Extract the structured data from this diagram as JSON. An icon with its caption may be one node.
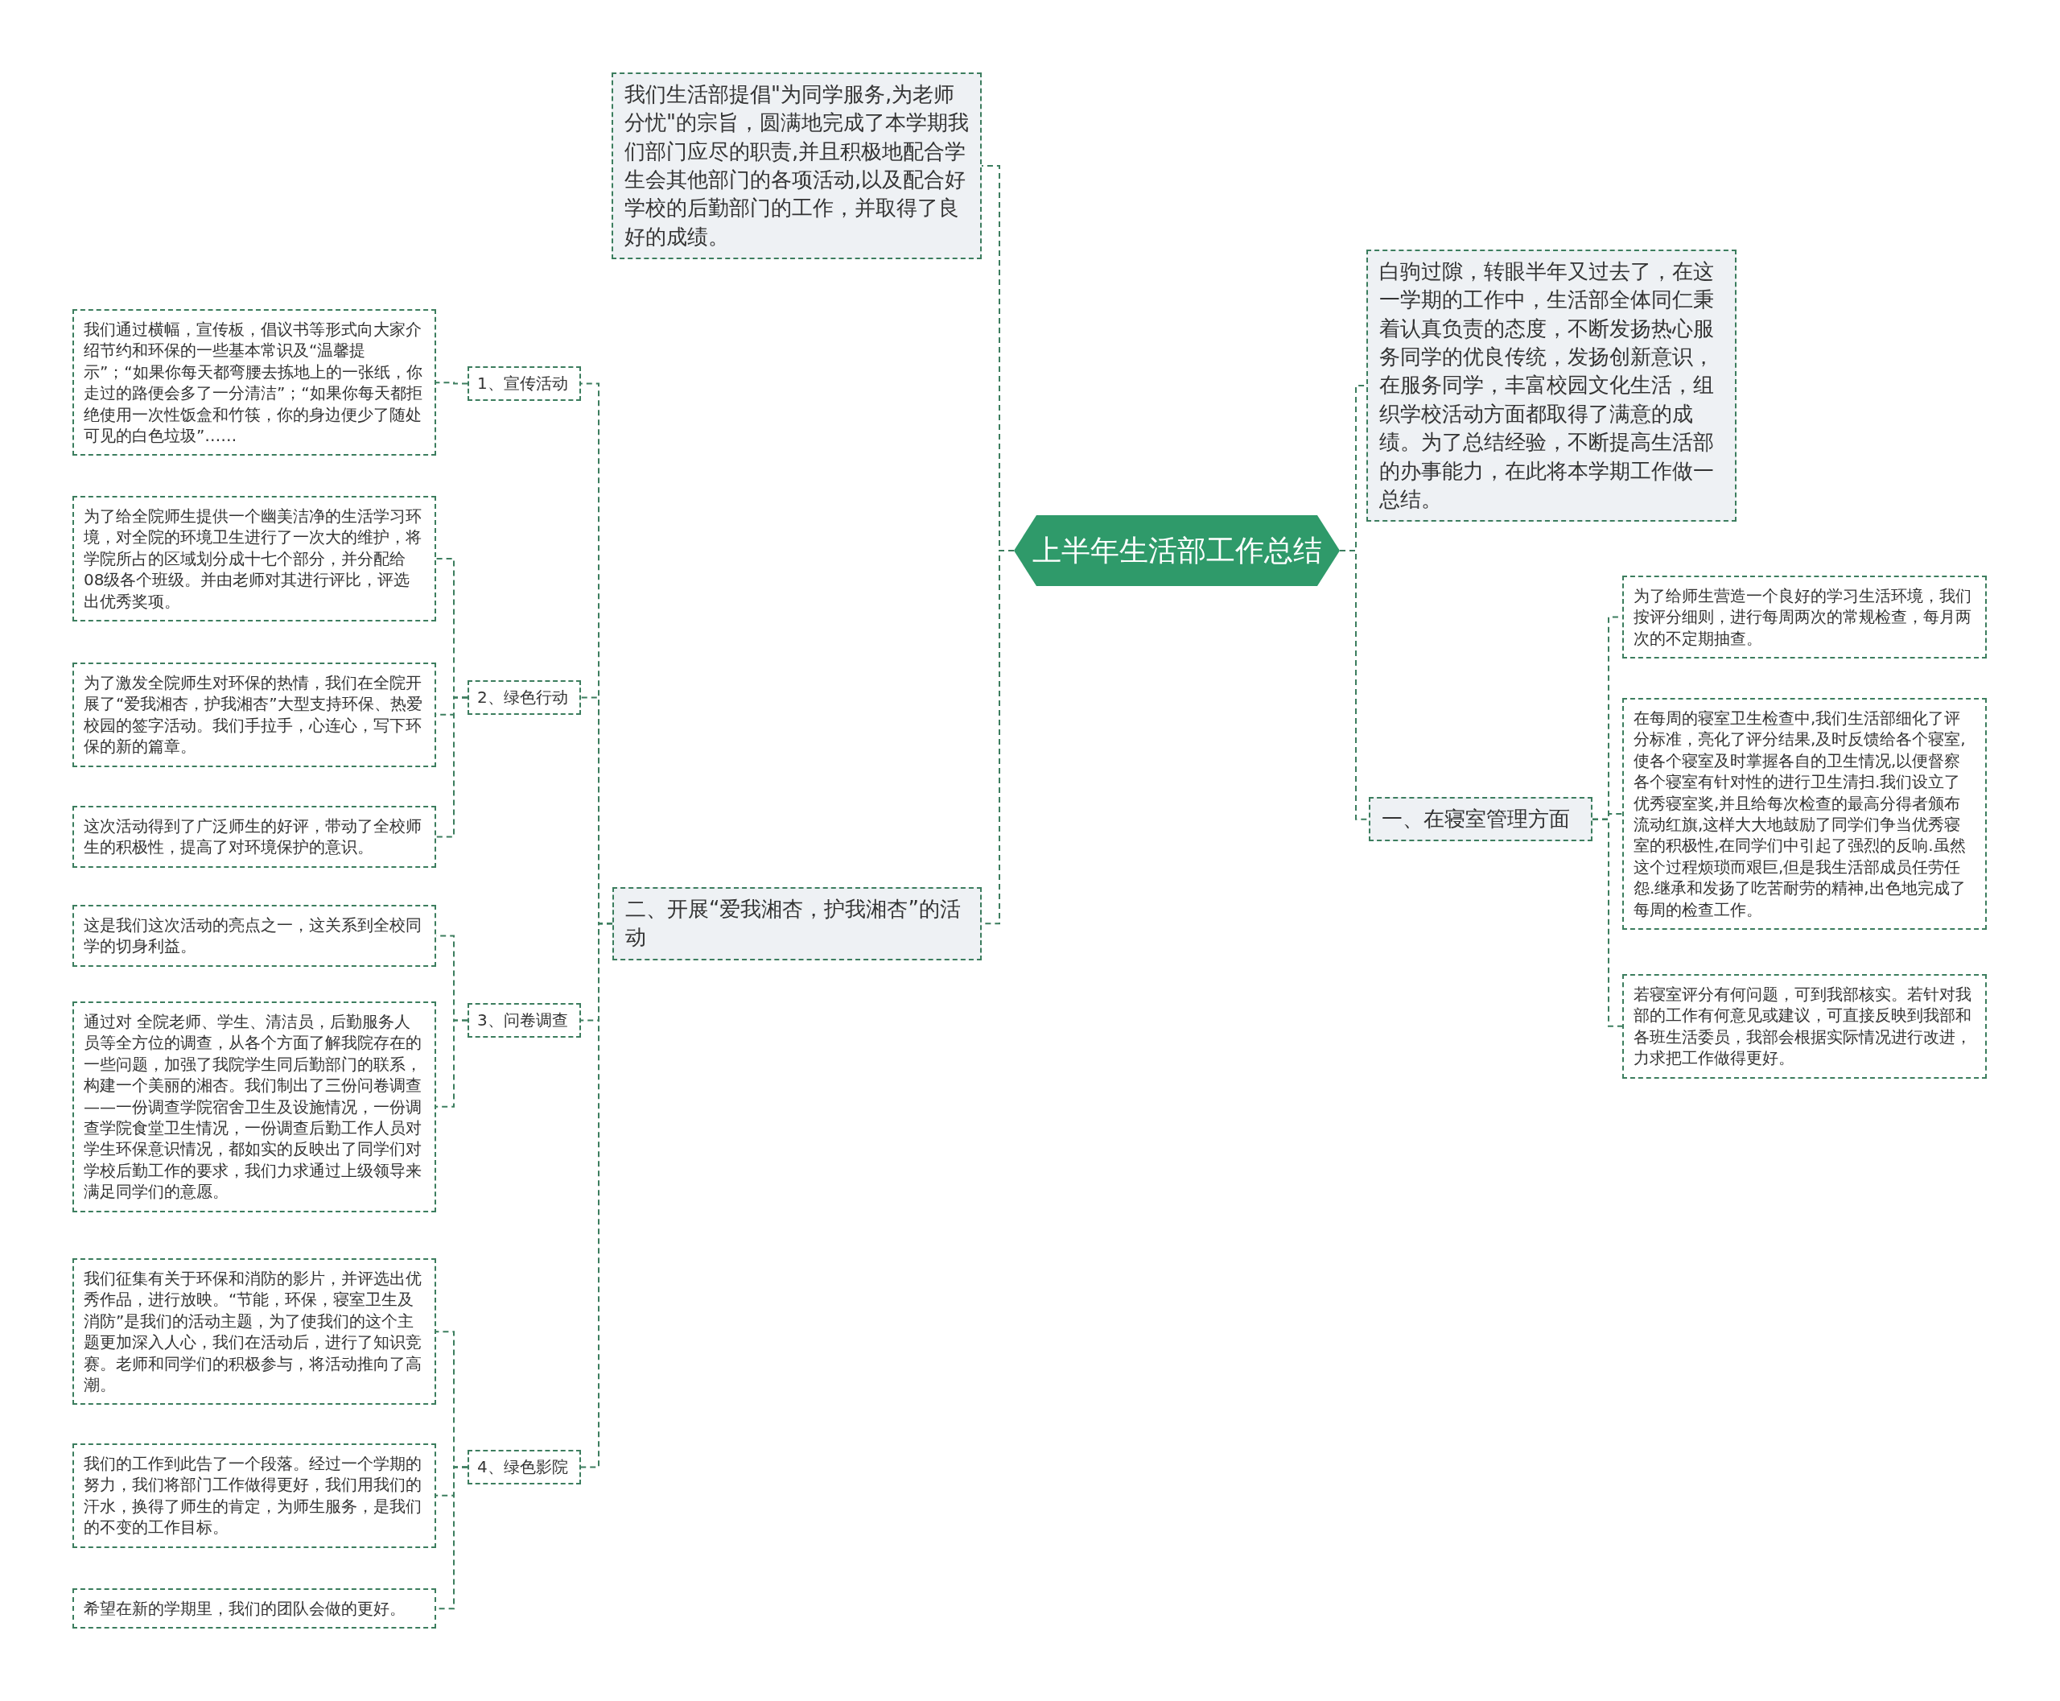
{
  "diagram": {
    "nodes": [
      {
        "text": [
          "上半年生活部工作总结"
        ]
      },
      {
        "text": [
          "我们生活部提倡\"为同学服务,为老师分忧\"的宗旨，圆满地完成了本学期我们部门应尽的职责,并且积极地配合学生会其他部门的各项活动,以及配合好学校的后勤部门的工作，并取得了良好的成绩。"
        ]
      },
      {
        "text": [
          "二、开展“爱我湘杏，护我湘杏”的活动"
        ]
      },
      {
        "text": [
          "1、宣传活动"
        ]
      },
      {
        "text": [
          "我们通过横幅，宣传板，倡议书等形式向大家介绍节约和环保的一些基本常识及“温馨提示”；“如果你每天都弯腰去拣地上的一张纸，你走过的路便会多了一分清洁”；“如果你每天都拒绝使用一次性饭盒和竹筷，你的身边便少了随处可见的白色垃圾”……"
        ]
      },
      {
        "text": [
          "2、绿色行动"
        ]
      },
      {
        "text": [
          "为了给全院师生提供一个幽美洁净的生活学习环境，对全院的环境卫生进行了一次大的维护，将学院所占的区域划分成十七个部分，并分配给08级各个班级。并由老师对其进行评比，评选出优秀奖项。"
        ]
      },
      {
        "text": [
          "为了激发全院师生对环保的热情，我们在全院开展了“爱我湘杏，护我湘杏”大型支持环保、热爱校园的签字活动。我们手拉手，心连心，写下环保的新的篇章。"
        ]
      },
      {
        "text": [
          "这次活动得到了广泛师生的好评，带动了全校师生的积极性，提高了对环境保护的意识。"
        ]
      },
      {
        "text": [
          "3、问卷调查"
        ]
      },
      {
        "text": [
          "这是我们这次活动的亮点之一，这关系到全校同学的切身利益。"
        ]
      },
      {
        "text": [
          "通过对 全院老师、学生、清洁员，后勤服务人员等全方位的调查，从各个方面了解我院存在的一些问题，加强了我院学生同后勤部门的联系，构建一个美丽的湘杏。我们制出了三份问卷调查——一份调查学院宿舍卫生及设施情况，一份调查学院食堂卫生情况，一份调查后勤工作人员对学生环保意识情况，都如实的反映出了同学们对学校后勤工作的要求，我们力求通过上级领导来满足同学们的意愿。"
        ]
      },
      {
        "text": [
          "4、绿色影院"
        ]
      },
      {
        "text": [
          "我们征集有关于环保和消防的影片，并评选出优秀作品，进行放映。“节能，环保，寝室卫生及消防”是我们的活动主题，为了使我们的这个主题更加深入人心，我们在活动后，进行了知识竞赛。老师和同学们的积极参与，将活动推向了高潮。"
        ]
      },
      {
        "text": [
          "我们的工作到此告了一个段落。经过一个学期的努力，我们将部门工作做得更好，我们用我们的汗水，换得了师生的肯定，为师生服务，是我们的不变的工作目标。"
        ]
      },
      {
        "text": [
          "希望在新的学期里，我们的团队会做的更好。"
        ]
      },
      {
        "text": [
          "白驹过隙，转眼半年又过去了，在这一学期的工作中，生活部全体同仁秉着认真负责的态度，不断发扬热心服务同学的优良传统，发扬创新意识，在服务同学，丰富校园文化生活，组织学校活动方面都取得了满意的成绩。为了总结经验，不断提高生活部的办事能力，在此将本学期工作做一总结。"
        ]
      },
      {
        "text": [
          "一、在寝室管理方面"
        ]
      },
      {
        "text": [
          "为了给师生营造一个良好的学习生活环境，我们按评分细则，进行每周两次的常规检查，每月两次的不定期抽查。"
        ]
      },
      {
        "text": [
          "在每周的寝室卫生检查中,我们生活部细化了评分标准，亮化了评分结果,及时反馈给各个寝室,使各个寝室及时掌握各自的卫生情况,以便督察各个寝室有针对性的进行卫生清扫.我们设立了优秀寝室奖,并且给每次检查的最高分得者颁布流动红旗,这样大大地鼓励了同学们争当优秀寝室的积极性,在同学们中引起了强烈的反响.虽然这个过程烦琐而艰巨,但是我生活部成员任劳任怨.继承和发扬了吃苦耐劳的精神,出色地完成了每周的检查工作。"
        ]
      },
      {
        "text": [
          "若寝室评分有何问题，可到我部核实。若针对我部的工作有何意见或建议，可直接反映到我部和各班生活委员，我部会根据实际情况进行改进，力求把工作做得更好。"
        ]
      }
    ],
    "edges": [
      {
        "from": 0,
        "to": 1,
        "arrow": "none"
      },
      {
        "from": 0,
        "to": 2,
        "arrow": "none"
      },
      {
        "from": 2,
        "to": 3,
        "arrow": "none"
      },
      {
        "from": 3,
        "to": 4,
        "arrow": "none"
      },
      {
        "from": 2,
        "to": 5,
        "arrow": "none"
      },
      {
        "from": 5,
        "to": 6,
        "arrow": "none"
      },
      {
        "from": 5,
        "to": 7,
        "arrow": "none"
      },
      {
        "from": 5,
        "to": 8,
        "arrow": "none"
      },
      {
        "from": 2,
        "to": 9,
        "arrow": "none"
      },
      {
        "from": 9,
        "to": 10,
        "arrow": "none"
      },
      {
        "from": 9,
        "to": 11,
        "arrow": "none"
      },
      {
        "from": 2,
        "to": 12,
        "arrow": "none"
      },
      {
        "from": 12,
        "to": 13,
        "arrow": "none"
      },
      {
        "from": 12,
        "to": 14,
        "arrow": "none"
      },
      {
        "from": 12,
        "to": 15,
        "arrow": "none"
      },
      {
        "from": 0,
        "to": 16,
        "arrow": "none"
      },
      {
        "from": 0,
        "to": 17,
        "arrow": "none"
      },
      {
        "from": 17,
        "to": 18,
        "arrow": "none"
      },
      {
        "from": 17,
        "to": 19,
        "arrow": "none"
      },
      {
        "from": 17,
        "to": 20,
        "arrow": "none"
      }
    ]
  }
}
